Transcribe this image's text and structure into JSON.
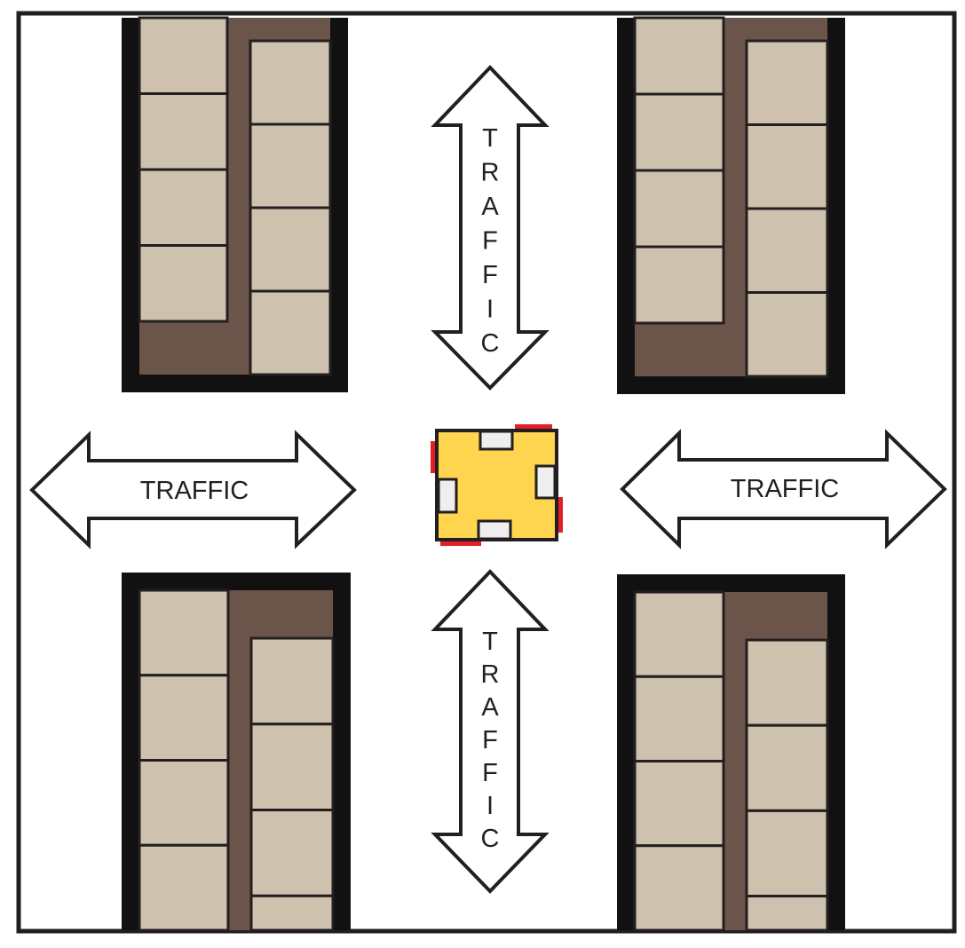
{
  "labels": {
    "traffic_north": "TRAFFIC",
    "traffic_south": "TRAFFIC",
    "traffic_west": "TRAFFIC",
    "traffic_east": "TRAFFIC"
  },
  "colors": {
    "background": "#ffffff",
    "outline": "#231f20",
    "building_frame": "#111111",
    "building_tile": "#cec2af",
    "building_floor": "#6b554a",
    "robot_body": "#ffd54f",
    "robot_wheel": "#eeeeee",
    "robot_accent": "#e01f26",
    "arrow_fill": "#ffffff"
  },
  "icons": {
    "robot": "yellow-square-robot-icon",
    "arrow": "double-headed-arrow-icon"
  }
}
